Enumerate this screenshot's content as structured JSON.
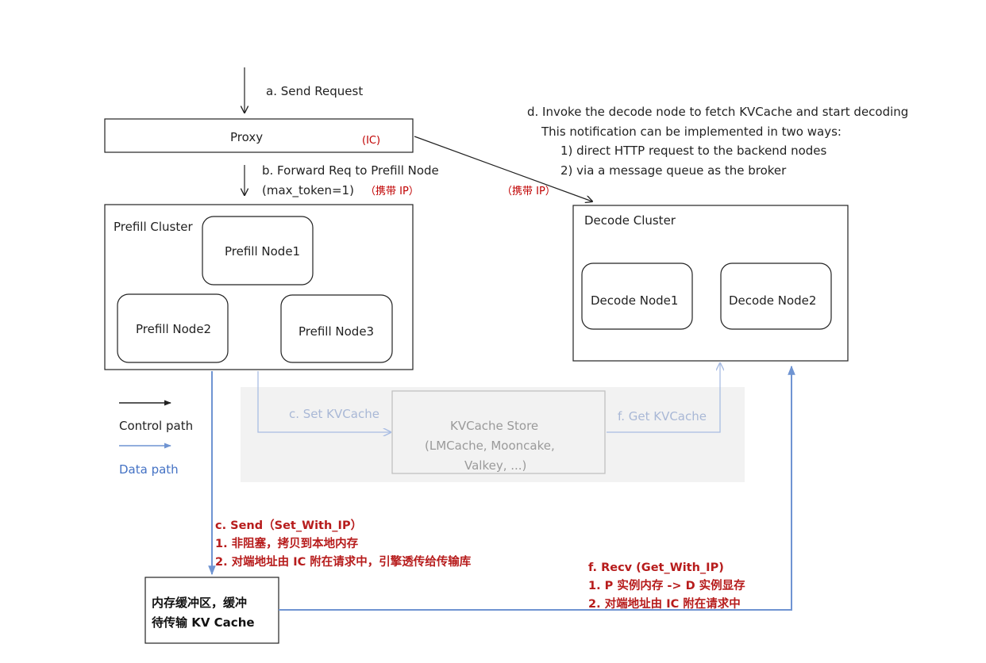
{
  "steps": {
    "send_request": "a. Send Request",
    "forward_line1": "b. Forward Req to Prefill Node",
    "forward_line2": "(max_token=1)",
    "carry_ip": "（携带 IP）",
    "carry_ip_right": "（携带 IP）",
    "invoke_line1": "d. Invoke the decode node to fetch KVCache and start decoding",
    "invoke_line2": "This notification can be implemented in two ways:",
    "invoke_line3": "1) direct HTTP request to the backend nodes",
    "invoke_line4": "2) via a message queue as the broker",
    "set_kvcache": "c. Set KVCache",
    "get_kvcache": "f. Get KVCache"
  },
  "proxy": {
    "label": "Proxy",
    "tag": "(IC)"
  },
  "prefill": {
    "cluster_label": "Prefill Cluster",
    "nodes": [
      "Prefill Node1",
      "Prefill Node2",
      "Prefill Node3"
    ]
  },
  "decode": {
    "cluster_label": "Decode Cluster",
    "nodes": [
      "Decode Node1",
      "Decode Node2"
    ]
  },
  "store": {
    "line1": "KVCache Store",
    "line2": "(LMCache, Mooncake,",
    "line3": "Valkey, ...)"
  },
  "legend": {
    "control": "Control path",
    "data": "Data path"
  },
  "send_note": {
    "title": "c. Send（Set_With_IP）",
    "line1": "1. 非阻塞，拷贝到本地内存",
    "line2": "2. 对端地址由 IC 附在请求中，引擎透传给传输库"
  },
  "recv_note": {
    "title": "f. Recv (Get_With_IP)",
    "line1": "1. P 实例内存 -> D 实例显存",
    "line2": "2. 对端地址由 IC 附在请求中"
  },
  "buffer": {
    "line1": "内存缓冲区，缓冲",
    "line2": "待传输 KV Cache"
  },
  "colors": {
    "control": "#222222",
    "data": "#6f94d2",
    "annotation": "#b71c1c"
  }
}
